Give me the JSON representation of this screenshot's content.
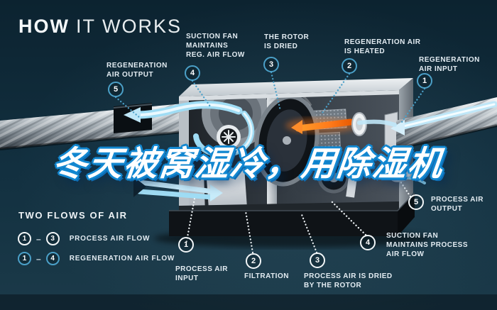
{
  "title": {
    "primary": "HOW",
    "secondary": "IT WORKS"
  },
  "headline": {
    "text": "冬天被窝湿冷，用除湿机",
    "stroke_color": "#1287d0",
    "fill_color": "#ffffff"
  },
  "regeneration_callouts": [
    {
      "num": "1",
      "label": "REGENERATION\nAIR INPUT"
    },
    {
      "num": "2",
      "label": "REGENERATION AIR\nIS HEATED"
    },
    {
      "num": "3",
      "label": "THE ROTOR\nIS DRIED"
    },
    {
      "num": "4",
      "label": "SUCTION FAN\nMAINTAINS\nREG. AIR FLOW"
    },
    {
      "num": "5",
      "label": "REGENERATION\nAIR OUTPUT"
    }
  ],
  "process_callouts": [
    {
      "num": "1",
      "label": "PROCESS AIR\nINPUT"
    },
    {
      "num": "2",
      "label": "FILTRATION"
    },
    {
      "num": "3",
      "label": "PROCESS AIR IS DRIED\nBY THE ROTOR"
    },
    {
      "num": "4",
      "label": "SUCTION FAN\nMAINTAINS PROCESS\nAIR FLOW"
    },
    {
      "num": "5",
      "label": "PROCESS AIR\nOUTPUT"
    }
  ],
  "legend": {
    "heading": "TWO FLOWS OF AIR",
    "rows": [
      {
        "from": "1",
        "dash": "–",
        "to": "3",
        "label": "PROCESS AIR FLOW",
        "style": "process"
      },
      {
        "from": "1",
        "dash": "–",
        "to": "4",
        "label": "REGENERATION AIR FLOW",
        "style": "regeneration"
      }
    ]
  },
  "colors": {
    "background": "#0f2531",
    "label_text": "#e3ecf2",
    "regeneration_badge": "#4ba0c8",
    "process_badge": "#f2f6f8",
    "air_flow_blue": "#9fdcf4",
    "heater_orange": "#ff7a1a"
  }
}
